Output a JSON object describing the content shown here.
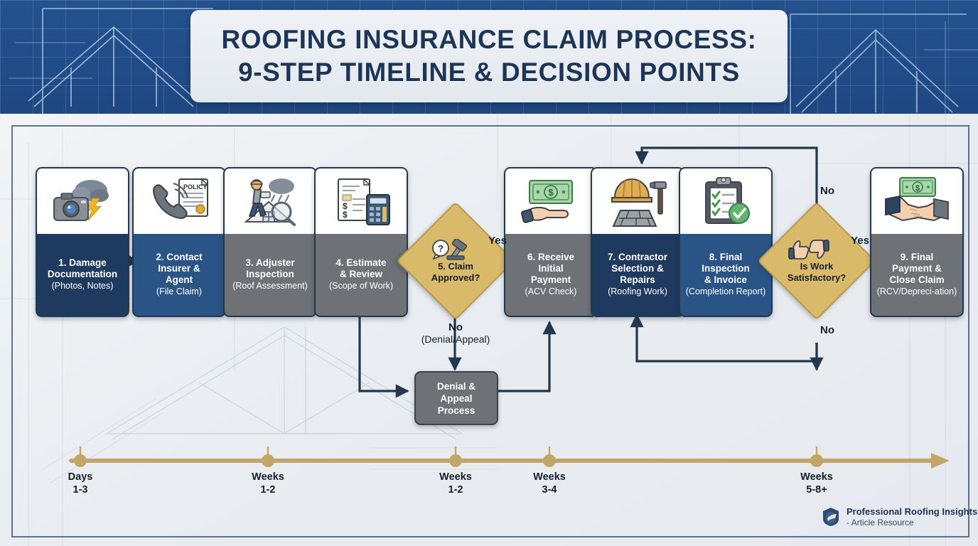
{
  "header": {
    "title_line1": "ROOFING INSURANCE CLAIM PROCESS:",
    "title_line2": "9-STEP TIMELINE & DECISION POINTS",
    "background_color": "#22508f"
  },
  "colors": {
    "navy": "#1f3a5f",
    "blue": "#2a5485",
    "gray": "#6e7175",
    "gold": "#d9b96a",
    "connector": "#23374f",
    "timeline": "#c3a667"
  },
  "steps": [
    {
      "index": "1",
      "icon": "camera-storm-icon",
      "line1": "1. Damage",
      "line2": "Documentation",
      "sub": "(Photos, Notes)",
      "tone": "navy"
    },
    {
      "index": "2",
      "icon": "phone-policy-icon",
      "line1": "2. Contact",
      "line2": "Insurer &",
      "line3": "Agent",
      "sub": "(File Claim)",
      "tone": "blue"
    },
    {
      "index": "3",
      "icon": "adjuster-roof-icon",
      "line1": "3. Adjuster",
      "line2": "Inspection",
      "sub": "(Roof Assessment)",
      "tone": "gray"
    },
    {
      "index": "4",
      "icon": "estimate-calculator-icon",
      "line1": "4. Estimate",
      "line2": "& Review",
      "sub": "(Scope of Work)",
      "tone": "gray"
    },
    {
      "index": "6",
      "icon": "cash-in-hand-icon",
      "line1": "6. Receive",
      "line2": "Initial",
      "line3": "Payment",
      "sub": "(ACV Check)",
      "tone": "gray"
    },
    {
      "index": "7",
      "icon": "hardhat-hammer-icon",
      "line1": "7. Contractor",
      "line2": "Selection &",
      "line3": "Repairs",
      "sub": "(Roofing Work)",
      "tone": "navy"
    },
    {
      "index": "8",
      "icon": "checklist-approved-icon",
      "line1": "8. Final",
      "line2": "Inspection",
      "line3": "& Invoice",
      "sub": "(Completion Report)",
      "tone": "blue"
    },
    {
      "index": "9",
      "icon": "handshake-money-icon",
      "line1": "9. Final",
      "line2": "Payment &",
      "line3": "Close Claim",
      "sub": "(RCV/Depreci-ation)",
      "tone": "gray"
    }
  ],
  "decisions": [
    {
      "id": "claim-approved",
      "icon": "question-gavel-icon",
      "line1": "5. Claim",
      "line2": "Approved?"
    },
    {
      "id": "work-satisfactory",
      "icon": "thumbs-updown-icon",
      "line1": "Is Work",
      "line2": "Satisfactory?"
    }
  ],
  "denial_box": {
    "line1": "Denial &",
    "line2": "Appeal",
    "line3": "Process"
  },
  "edge_labels": {
    "approved_yes": "Yes",
    "approved_no": "No",
    "approved_no_sub": "(Denial/Appeal)",
    "satisfactory_yes": "Yes",
    "satisfactory_no_top": "No",
    "satisfactory_no_bottom": "No"
  },
  "timeline": {
    "markers": [
      {
        "line1": "Days",
        "line2": "1-3"
      },
      {
        "line1": "Weeks",
        "line2": "1-2"
      },
      {
        "line1": "Weeks",
        "line2": "1-2"
      },
      {
        "line1": "Weeks",
        "line2": "3-4"
      },
      {
        "line1": "Weeks",
        "line2": "5-8+"
      }
    ]
  },
  "footer": {
    "logo_icon": "roof-shield-logo-icon",
    "brand": "Professional Roofing Insights",
    "tagline": "- Article Resource"
  }
}
